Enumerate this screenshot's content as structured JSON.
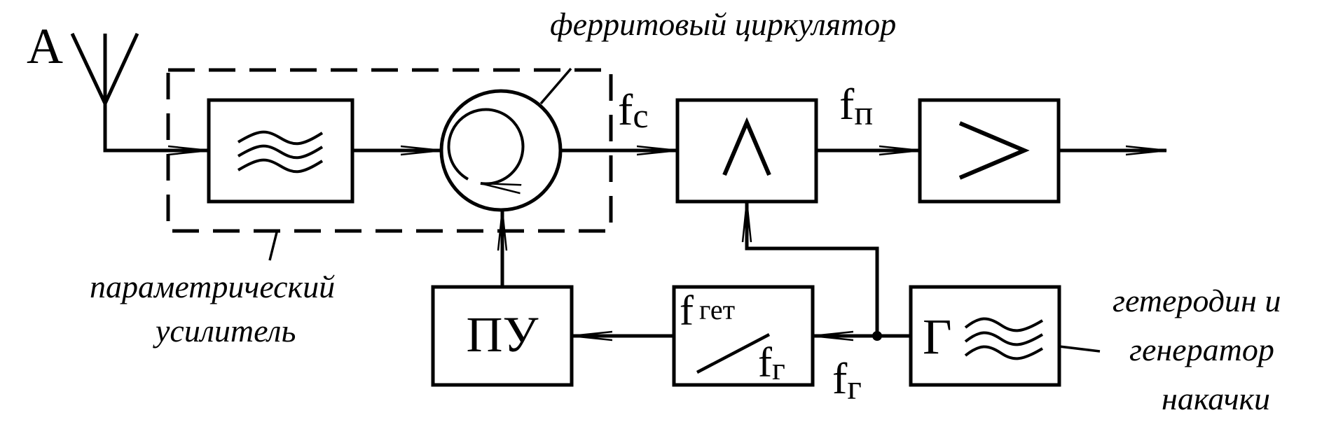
{
  "labels": {
    "antenna": "A",
    "circulator_caption": "ферритовый циркулятор",
    "param_amp_line1": "параметрический",
    "param_amp_line2": "усилитель",
    "het_line1": "гетеродин и",
    "het_line2": "генератор",
    "het_line3": "накачки"
  },
  "signals": {
    "fc_main": "f",
    "fc_sub": "c",
    "fp_main": "f",
    "fp_sub": "п",
    "fg_main": "f",
    "fg_sub": "г"
  },
  "blocks": {
    "pu": "ПУ",
    "divider_top_main": "f",
    "divider_top_sub": "гет",
    "divider_bottom_main": "f",
    "divider_bottom_sub": "г",
    "generator_letter": "Г"
  }
}
